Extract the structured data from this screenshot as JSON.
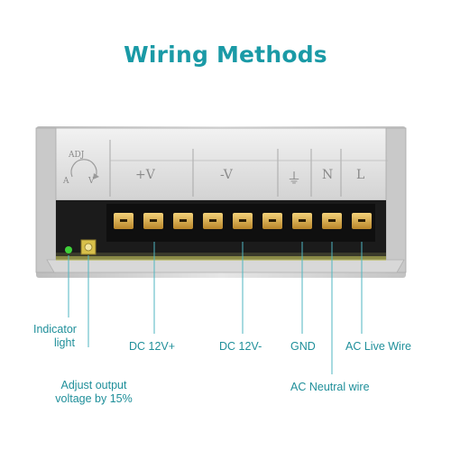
{
  "title": "Wiring Methods",
  "device": {
    "adj_label": "ADJ",
    "adj_minus": "A",
    "adj_plus": "V",
    "terminals": [
      "+V",
      "-V",
      "⏚",
      "N",
      "L"
    ]
  },
  "labels": {
    "indicator_line1": "Indicator",
    "indicator_line2": "light",
    "adjust_line1": "Adjust output",
    "adjust_line2": "voltage by 15%",
    "dc_plus": "DC 12V+",
    "dc_minus": "DC 12V-",
    "gnd": "GND",
    "ac_neutral": "AC Neutral wire",
    "ac_live": "AC Live Wire"
  },
  "colors": {
    "accent": "#1a9aa6",
    "leader_line": "#4fb6c0",
    "led": "#3fd13a",
    "screw_brass": "#d9a93a"
  }
}
